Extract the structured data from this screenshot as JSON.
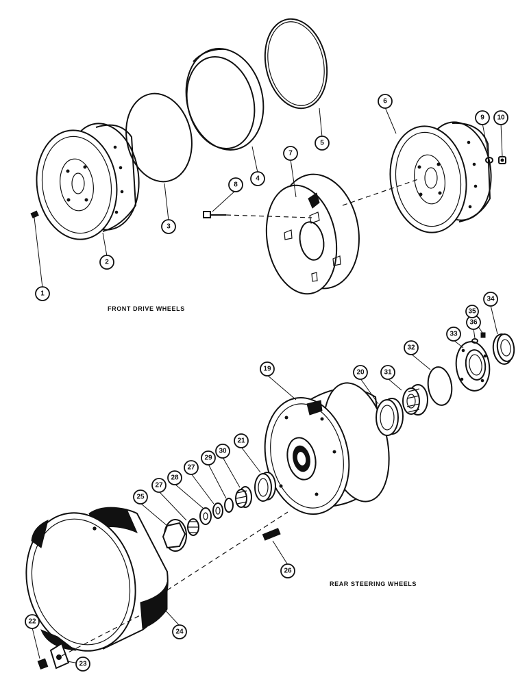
{
  "captions": {
    "front": "FRONT DRIVE WHEELS",
    "rear": "REAR STEERING WHEELS"
  },
  "callouts": {
    "c1": "1",
    "c2": "2",
    "c3": "3",
    "c4": "4",
    "c5": "5",
    "c6": "6",
    "c7": "7",
    "c8": "8",
    "c9": "9",
    "c10": "10",
    "c19": "19",
    "c20": "20",
    "c21": "21",
    "c22": "22",
    "c23": "23",
    "c24": "24",
    "c25": "25",
    "c26": "26",
    "c27a": "27",
    "c27b": "27",
    "c28": "28",
    "c29": "29",
    "c30": "30",
    "c31": "31",
    "c32": "32",
    "c33": "33",
    "c34": "34",
    "c35": "35",
    "c36": "36"
  }
}
